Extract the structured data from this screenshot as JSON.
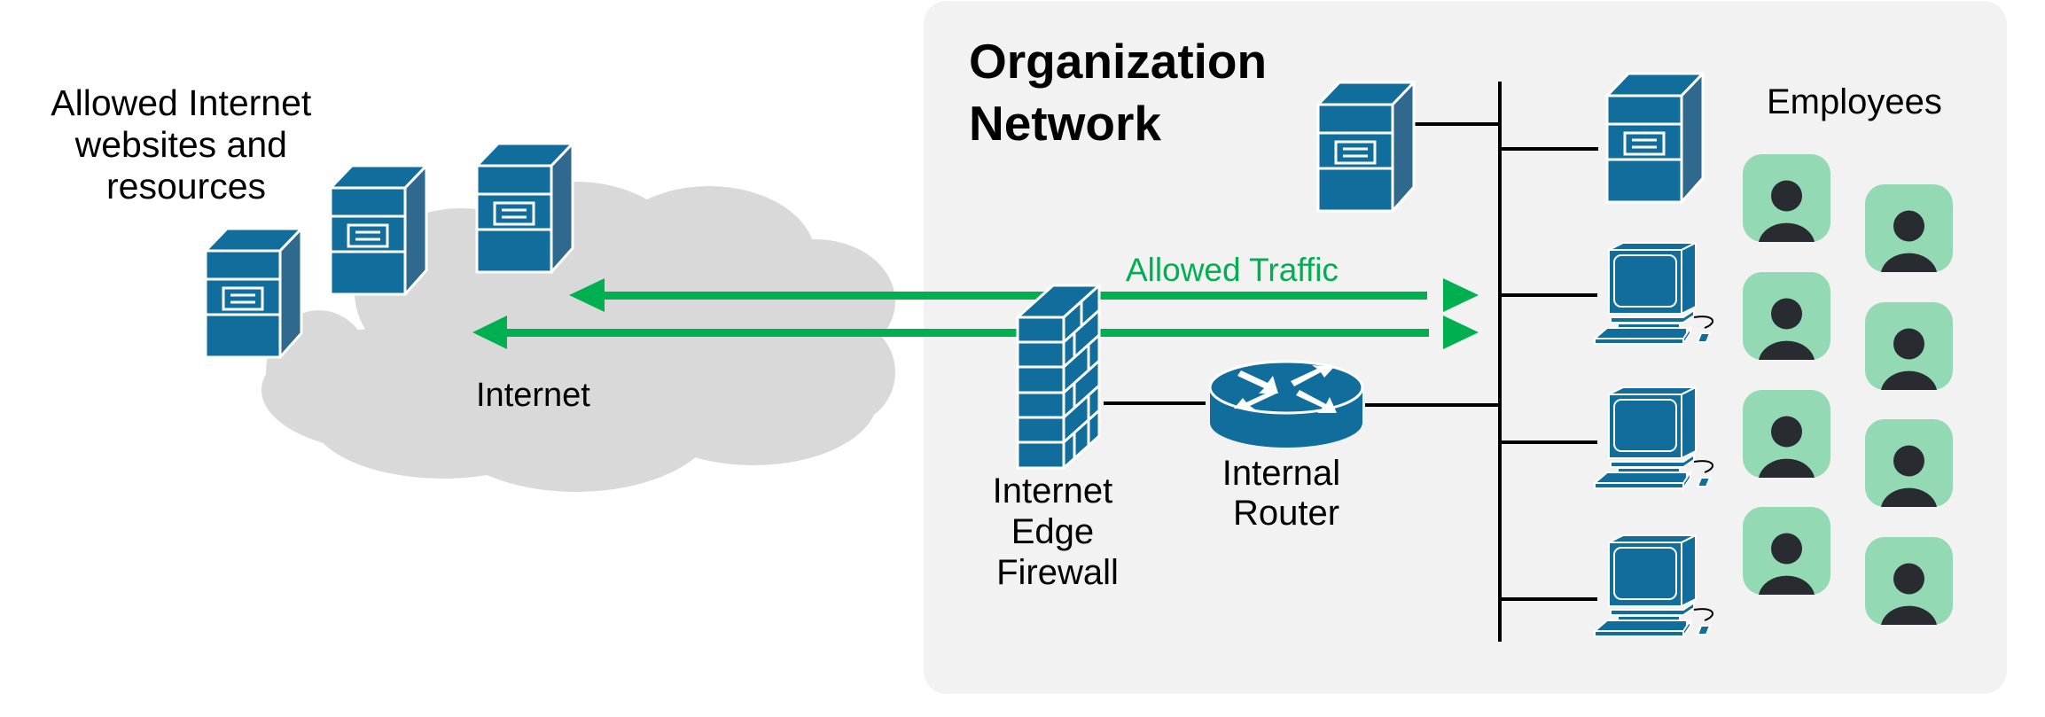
{
  "colors": {
    "device_blue": "#116e9c",
    "device_side": "#2f6a8e",
    "device_outline": "#ffffff",
    "traffic_green": "#00b050",
    "cloud_gray": "#d9d9d9",
    "org_background": "#f2f2f2",
    "employee_card": "#93d9b3",
    "employee_figure": "#282b30",
    "link_black": "#000000"
  },
  "internet_side": {
    "label_lines": [
      "Allowed Internet",
      "websites and",
      "resources"
    ],
    "cloud_label": "Internet",
    "servers": [
      {
        "name": "internet-server-1",
        "icon": "server-icon"
      },
      {
        "name": "internet-server-2",
        "icon": "server-icon"
      },
      {
        "name": "internet-server-3",
        "icon": "server-icon"
      }
    ]
  },
  "organization": {
    "title_lines": [
      "Organization",
      "Network"
    ],
    "traffic_label": "Allowed Traffic",
    "firewall": {
      "icon": "firewall-icon",
      "label_lines": [
        "Internet",
        "Edge",
        "Firewall"
      ]
    },
    "router": {
      "icon": "router-icon",
      "label_lines": [
        "Internal",
        "Router"
      ]
    },
    "servers": [
      {
        "name": "org-server-1",
        "icon": "server-icon"
      },
      {
        "name": "org-server-2",
        "icon": "server-icon"
      }
    ],
    "workstations": [
      {
        "name": "workstation-1",
        "icon": "workstation-icon"
      },
      {
        "name": "workstation-2",
        "icon": "workstation-icon"
      },
      {
        "name": "workstation-3",
        "icon": "workstation-icon"
      }
    ],
    "employees_label": "Employees",
    "employee_count": 8
  },
  "arrows": [
    {
      "name": "traffic-arrow-upper",
      "direction": "bidirectional",
      "color": "#00b050"
    },
    {
      "name": "traffic-arrow-lower",
      "direction": "bidirectional",
      "color": "#00b050"
    }
  ]
}
